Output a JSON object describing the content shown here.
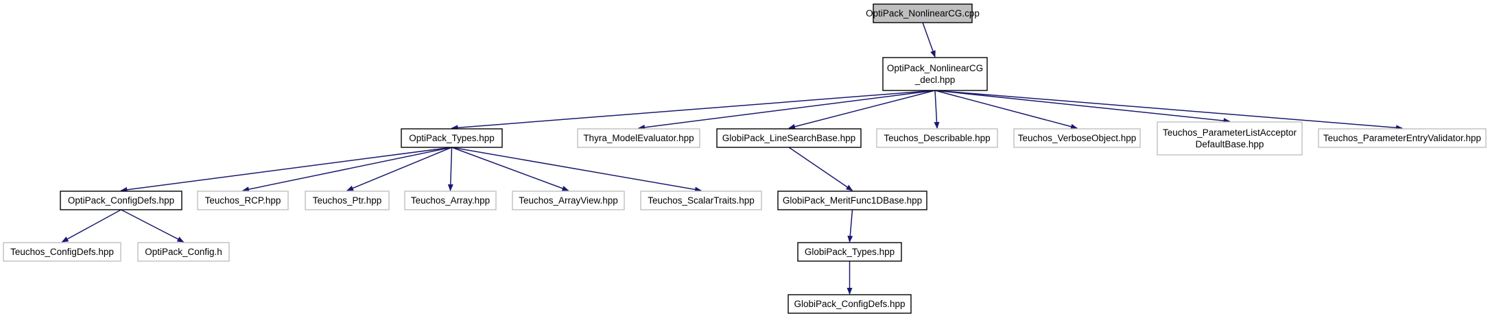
{
  "colors": {
    "edge": "#191970",
    "solid_border": "#000000",
    "gray_border": "#bfbfbf",
    "root_fill": "#bfbfbf",
    "node_fill": "#ffffff",
    "text": "#000000"
  },
  "nodes": [
    {
      "id": "root",
      "lines": [
        "OptiPack_NonlinearCG.cpp"
      ],
      "style": "root"
    },
    {
      "id": "decl",
      "lines": [
        "OptiPack_NonlinearCG",
        "_decl.hpp"
      ],
      "style": "solid"
    },
    {
      "id": "types",
      "lines": [
        "OptiPack_Types.hpp"
      ],
      "style": "solid"
    },
    {
      "id": "thyra",
      "lines": [
        "Thyra_ModelEvaluator.hpp"
      ],
      "style": "gray"
    },
    {
      "id": "linesearch",
      "lines": [
        "GlobiPack_LineSearchBase.hpp"
      ],
      "style": "solid"
    },
    {
      "id": "describable",
      "lines": [
        "Teuchos_Describable.hpp"
      ],
      "style": "gray"
    },
    {
      "id": "verbose",
      "lines": [
        "Teuchos_VerboseObject.hpp"
      ],
      "style": "gray"
    },
    {
      "id": "plad",
      "lines": [
        "Teuchos_ParameterListAcceptor",
        "DefaultBase.hpp"
      ],
      "style": "gray"
    },
    {
      "id": "pev",
      "lines": [
        "Teuchos_ParameterEntryValidator.hpp"
      ],
      "style": "gray"
    },
    {
      "id": "configdefs",
      "lines": [
        "OptiPack_ConfigDefs.hpp"
      ],
      "style": "solid"
    },
    {
      "id": "rcp",
      "lines": [
        "Teuchos_RCP.hpp"
      ],
      "style": "gray"
    },
    {
      "id": "ptr",
      "lines": [
        "Teuchos_Ptr.hpp"
      ],
      "style": "gray"
    },
    {
      "id": "array",
      "lines": [
        "Teuchos_Array.hpp"
      ],
      "style": "gray"
    },
    {
      "id": "arrayview",
      "lines": [
        "Teuchos_ArrayView.hpp"
      ],
      "style": "gray"
    },
    {
      "id": "scalartraits",
      "lines": [
        "Teuchos_ScalarTraits.hpp"
      ],
      "style": "gray"
    },
    {
      "id": "meritfunc",
      "lines": [
        "GlobiPack_MeritFunc1DBase.hpp"
      ],
      "style": "solid"
    },
    {
      "id": "teuchosconfig",
      "lines": [
        "Teuchos_ConfigDefs.hpp"
      ],
      "style": "gray"
    },
    {
      "id": "opticonfigh",
      "lines": [
        "OptiPack_Config.h"
      ],
      "style": "gray"
    },
    {
      "id": "globitypes",
      "lines": [
        "GlobiPack_Types.hpp"
      ],
      "style": "solid"
    },
    {
      "id": "globiconfig",
      "lines": [
        "GlobiPack_ConfigDefs.hpp"
      ],
      "style": "solid"
    }
  ],
  "edges": [
    {
      "from": "root",
      "to": "decl"
    },
    {
      "from": "decl",
      "to": "types"
    },
    {
      "from": "decl",
      "to": "thyra"
    },
    {
      "from": "decl",
      "to": "linesearch"
    },
    {
      "from": "decl",
      "to": "describable"
    },
    {
      "from": "decl",
      "to": "verbose"
    },
    {
      "from": "decl",
      "to": "plad"
    },
    {
      "from": "decl",
      "to": "pev"
    },
    {
      "from": "types",
      "to": "configdefs"
    },
    {
      "from": "types",
      "to": "rcp"
    },
    {
      "from": "types",
      "to": "ptr"
    },
    {
      "from": "types",
      "to": "array"
    },
    {
      "from": "types",
      "to": "arrayview"
    },
    {
      "from": "types",
      "to": "scalartraits"
    },
    {
      "from": "configdefs",
      "to": "teuchosconfig"
    },
    {
      "from": "configdefs",
      "to": "opticonfigh"
    },
    {
      "from": "linesearch",
      "to": "meritfunc"
    },
    {
      "from": "meritfunc",
      "to": "globitypes"
    },
    {
      "from": "globitypes",
      "to": "globiconfig"
    }
  ]
}
